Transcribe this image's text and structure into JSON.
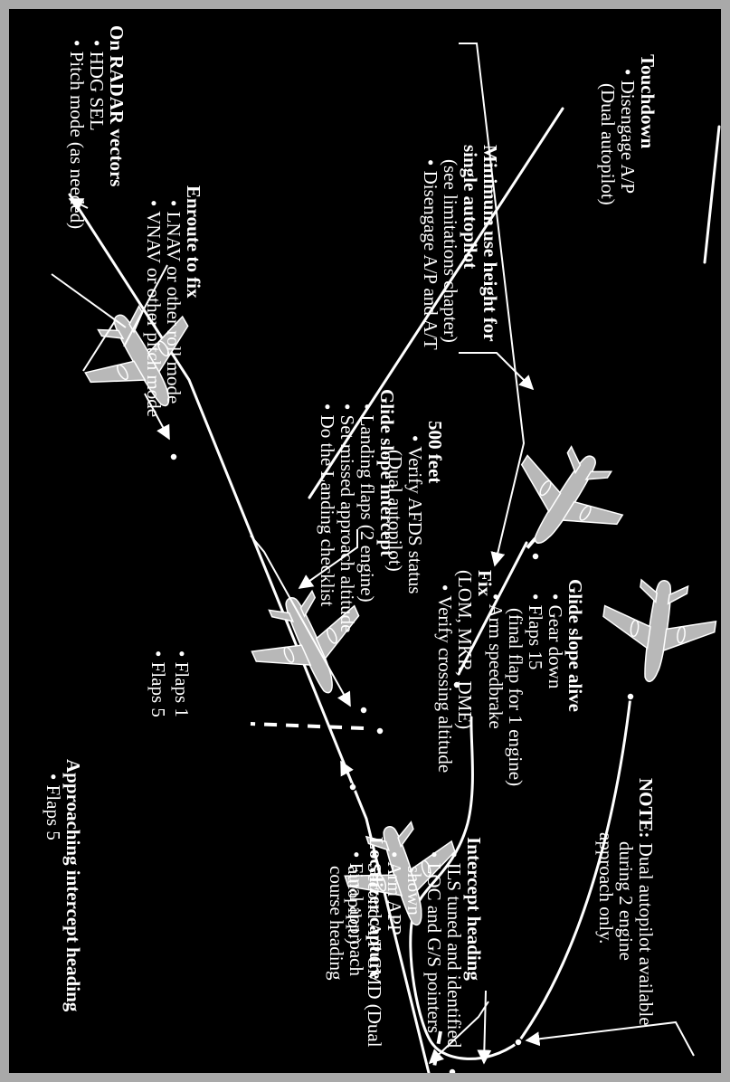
{
  "labels": {
    "approaching": {
      "title": "Approaching intercept heading",
      "items": [
        "Flaps 5"
      ]
    },
    "localizer": {
      "title": "Localizer capture",
      "items": [
        "Final approach",
        "course heading"
      ]
    },
    "intercept": {
      "title": "Intercept heading",
      "items": [
        "ILS tuned and identified",
        "LOC and G/S pointers",
        "shown",
        "Arm APP",
        "Second A/P CMD (Dual",
        "autopilot.)"
      ]
    },
    "note": {
      "prefix": "NOTE:",
      "lines": [
        "Dual autopilot available",
        "during 2 engine",
        "approach only."
      ]
    },
    "flaps1": "Flaps 1",
    "flaps5": "Flaps 5",
    "glideslope_alive": {
      "title": "Glide slope alive",
      "items": [
        "Gear down",
        "Flaps 15",
        "(final flap for 1 engine)",
        "Arm speedbrake"
      ]
    },
    "fix": {
      "title": "Fix",
      "items": [
        "(LOM, MKR, DME)",
        "Verify crossing altitude"
      ]
    },
    "glideslope_intercept": {
      "title": "Glide slope intercept",
      "items": [
        "Landing flaps (2 engine)",
        "Set missed approach altitude",
        "Do the Landing checklist"
      ]
    },
    "radar": {
      "title": "On RADAR vectors",
      "items": [
        "HDG SEL",
        "Pitch mode (as needed)"
      ]
    },
    "enroute": {
      "title": "Enroute to fix",
      "items": [
        "LNAV or other roll mode",
        "VNAV or other pitch mode"
      ]
    },
    "ft500": {
      "title": "500 feet",
      "items": [
        "Verify AFDS status",
        "(Dual autopilot)"
      ]
    },
    "minimum": {
      "title": [
        "Minimum use height for",
        "single autopilot"
      ],
      "items": [
        "(see limitations chapter)",
        "Disengage A/P and A/T"
      ]
    },
    "touchdown": {
      "title": "Touchdown",
      "items": [
        "Disengage A/P",
        "(Dual autopilot)"
      ]
    }
  }
}
